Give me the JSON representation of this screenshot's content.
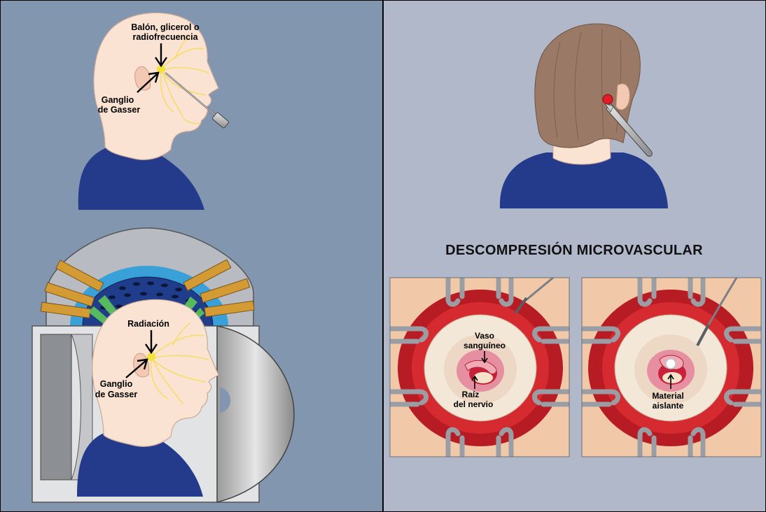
{
  "top_left": {
    "label_top_line1": "Balón, glicerol o",
    "label_top_line2": "radiofrecuencia",
    "label_ganglion_line1": "Ganglio",
    "label_ganglion_line2": "de Gasser"
  },
  "bottom_left": {
    "label_radiation": "Radiación",
    "label_ganglion_line1": "Ganglio",
    "label_ganglion_line2": "de Gasser"
  },
  "right": {
    "title": "DESCOMPRESIÓN MICROVASCULAR",
    "left_inset": {
      "vessel_line1": "Vaso",
      "vessel_line2": "sanguíneo",
      "root_line1": "Raíz",
      "root_line2": "del nervio"
    },
    "right_inset": {
      "material_line1": "Material",
      "material_line2": "aislante"
    }
  },
  "colors": {
    "left_bg": "#8296b0",
    "right_bg": "#b0b8ca",
    "skin": "#fbe3d3",
    "shirt": "#243a8a",
    "nerve": "#f5dd6a",
    "hair": "#9a7a66",
    "tissue_red": "#c9202a"
  }
}
